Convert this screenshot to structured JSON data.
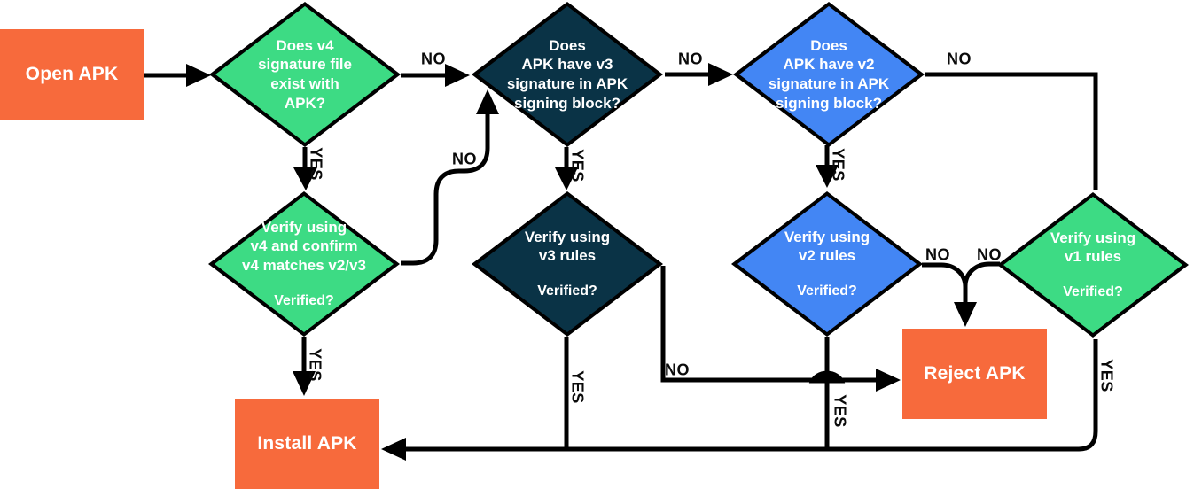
{
  "colors": {
    "orange": "#F76A3C",
    "green": "#3DDB84",
    "navy": "#0A3346",
    "blue": "#4386F4",
    "line": "#000000",
    "label_text": "#0A0A0A",
    "node_text": "#FFFFFF",
    "background": "#FFFFFF"
  },
  "nodes": {
    "open_apk": {
      "label": "Open APK"
    },
    "v4_signature_exists": {
      "label": "Does v4\nsignature file\nexist with\nAPK?"
    },
    "v3_signature_block": {
      "label": "Does\nAPK have v3\nsignature in APK\nsigning block?"
    },
    "v2_signature_block": {
      "label": "Does\nAPK have v2\nsignature in APK\nsigning block?"
    },
    "verify_v4": {
      "label": "Verify using\nv4 and confirm\nv4 matches v2/v3",
      "sub_label": "Verified?"
    },
    "verify_v3": {
      "label": "Verify using\nv3 rules",
      "sub_label": "Verified?"
    },
    "verify_v2": {
      "label": "Verify using\nv2 rules",
      "sub_label": "Verified?"
    },
    "verify_v1": {
      "label": "Verify using\nv1 rules",
      "sub_label": "Verified?"
    },
    "reject_apk": {
      "label": "Reject APK"
    },
    "install_apk": {
      "label": "Install APK"
    }
  },
  "edge_labels": {
    "v4_exists_no": "NO",
    "v4_exists_yes": "YES",
    "v3_block_no": "NO",
    "v3_block_yes": "YES",
    "v2_block_no": "NO",
    "v2_block_yes": "YES",
    "verify_v4_no": "NO",
    "verify_v4_yes": "YES",
    "verify_v3_no": "NO",
    "verify_v3_yes": "YES",
    "verify_v2_no": "NO",
    "verify_v2_yes": "YES",
    "verify_v1_no": "NO",
    "verify_v1_yes": "YES"
  }
}
